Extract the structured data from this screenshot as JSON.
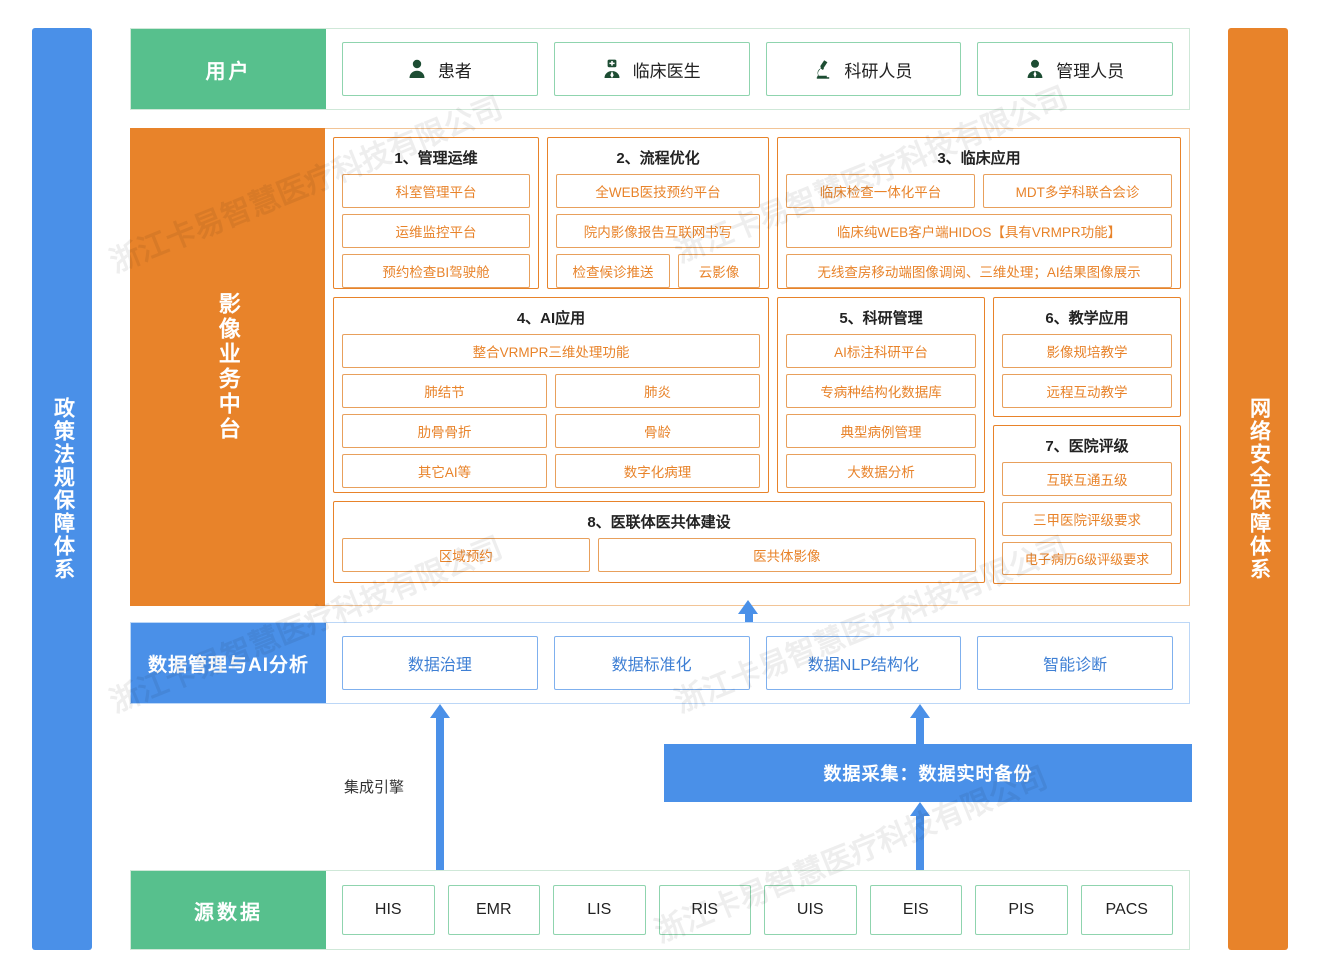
{
  "sides": {
    "left": {
      "label": "政策法规保障体系",
      "color": "#4a90e8"
    },
    "right": {
      "label": "网络安全保障体系",
      "color": "#e8832a"
    }
  },
  "user_band": {
    "label": "用户",
    "color": "#57c08d",
    "items": [
      {
        "label": "患者",
        "icon": "person-icon"
      },
      {
        "label": "临床医生",
        "icon": "doctor-icon"
      },
      {
        "label": "科研人员",
        "icon": "microscope-icon"
      },
      {
        "label": "管理人员",
        "icon": "manager-icon"
      }
    ]
  },
  "platform_band": {
    "label": "影像业务中台",
    "color": "#e8832a",
    "groups": [
      {
        "title": "1、管理运维",
        "rows": [
          [
            "科室管理平台"
          ],
          [
            "运维监控平台"
          ],
          [
            "预约检查BI驾驶舱"
          ]
        ]
      },
      {
        "title": "2、流程优化",
        "rows": [
          [
            "全WEB医技预约平台"
          ],
          [
            "院内影像报告互联网书写"
          ],
          [
            "检查候诊推送",
            "云影像"
          ]
        ]
      },
      {
        "title": "3、临床应用",
        "rows": [
          [
            "临床检查一体化平台",
            "MDT多学科联合会诊"
          ],
          [
            "临床纯WEB客户端HIDOS【具有VRMPR功能】"
          ],
          [
            "无线查房移动端图像调阅、三维处理；AI结果图像展示"
          ]
        ]
      },
      {
        "title": "4、AI应用",
        "rows": [
          [
            "整合VRMPR三维处理功能"
          ],
          [
            "肺结节",
            "肺炎"
          ],
          [
            "肋骨骨折",
            "骨龄"
          ],
          [
            "其它AI等",
            "数字化病理"
          ]
        ]
      },
      {
        "title": "5、科研管理",
        "rows": [
          [
            "AI标注科研平台"
          ],
          [
            "专病种结构化数据库"
          ],
          [
            "典型病例管理"
          ],
          [
            "大数据分析"
          ]
        ]
      },
      {
        "title": "6、教学应用",
        "rows": [
          [
            "影像规培教学"
          ],
          [
            "远程互动教学"
          ]
        ]
      },
      {
        "title": "7、医院评级",
        "rows": [
          [
            "互联互通五级"
          ],
          [
            "三甲医院评级要求"
          ],
          [
            "电子病历6级评级要求"
          ]
        ]
      },
      {
        "title": "8、医联体医共体建设",
        "rows": [
          [
            "区域预约",
            "医共体影像"
          ]
        ]
      }
    ]
  },
  "data_band": {
    "label": "数据管理与AI分析",
    "color": "#4a90e8",
    "items": [
      "数据治理",
      "数据标准化",
      "数据NLP结构化",
      "智能诊断"
    ]
  },
  "connectors": {
    "integration_label": "集成引擎",
    "collection_box": "数据采集：数据实时备份",
    "arrow_color": "#4a90e8"
  },
  "source_band": {
    "label": "源数据",
    "color": "#57c08d",
    "items": [
      "HIS",
      "EMR",
      "LIS",
      "RIS",
      "UIS",
      "EIS",
      "PIS",
      "PACS"
    ]
  },
  "watermark": {
    "text": "浙江卡易智慧医疗科技有限公司"
  }
}
